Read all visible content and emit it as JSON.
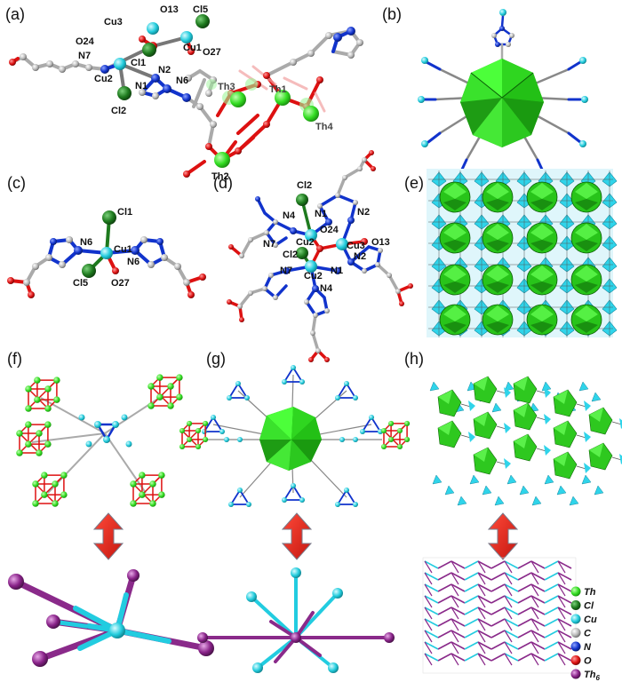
{
  "panels": {
    "a": "(a)",
    "b": "(b)",
    "c": "(c)",
    "d": "(d)",
    "e": "(e)",
    "f": "(f)",
    "g": "(g)",
    "h": "(h)"
  },
  "atoms_a": {
    "cu3": "Cu3",
    "o13": "O13",
    "cl5": "Cl5",
    "o24": "O24",
    "cu1": "Cu1",
    "o27": "O27",
    "n7": "N7",
    "cl1": "Cl1",
    "n2": "N2",
    "cu2": "Cu2",
    "n1": "N1",
    "n6": "N6",
    "cl2": "Cl2",
    "th3": "Th3",
    "th1": "Th1",
    "th4": "Th4",
    "th2": "Th2"
  },
  "atoms_c": {
    "cl1": "Cl1",
    "n6a": "N6",
    "cu1": "Cu1",
    "n6b": "N6",
    "cl5": "Cl5",
    "o27": "O27"
  },
  "atoms_d": {
    "cl2a": "Cl2",
    "n4a": "N4",
    "n1a": "N1",
    "n2a": "N2",
    "o24": "O24",
    "n7a": "N7",
    "cu2a": "Cu2",
    "cu3": "Cu3",
    "o13": "O13",
    "cl2b": "Cl2",
    "n2b": "N2",
    "n7b": "N7",
    "cu2b": "Cu2",
    "n1b": "N1",
    "n4b": "N4"
  },
  "legend": [
    {
      "label": "Th",
      "color": "#33dd22"
    },
    {
      "label": "Cl",
      "color": "#1e7a1e"
    },
    {
      "label": "Cu",
      "color": "#22ccdd"
    },
    {
      "label": "C",
      "color": "#b8b8b8"
    },
    {
      "label": "N",
      "color": "#1133cc"
    },
    {
      "label": "O",
      "color": "#dd1111"
    },
    {
      "label": "Th6",
      "color": "#882288"
    }
  ],
  "colors": {
    "th": "#33dd22",
    "cl": "#1e7a1e",
    "cu": "#22ccdd",
    "c": "#b8b8b8",
    "n": "#1133cc",
    "o": "#dd1111",
    "th6": "#882288",
    "arrow": "#e8241c"
  }
}
